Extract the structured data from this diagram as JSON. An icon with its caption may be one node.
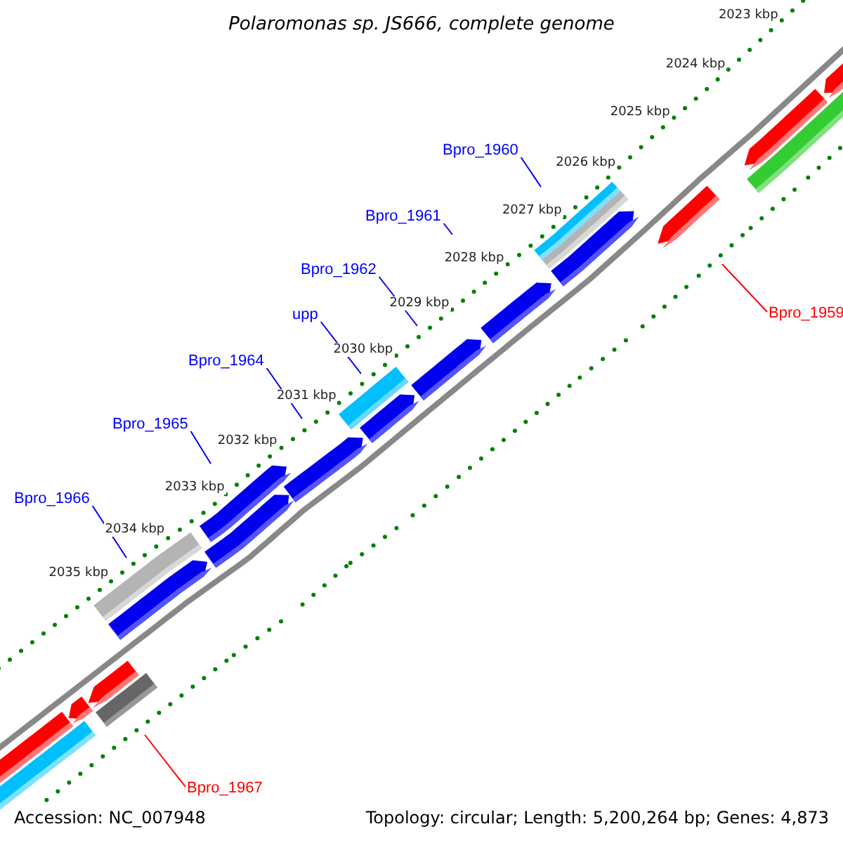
{
  "diagram": {
    "title": "Polaromonas sp. JS666, complete genome",
    "nodes": [
      {
        "text": [
          "Bpro_1960"
        ]
      },
      {
        "text": [
          "Bpro_1961"
        ]
      },
      {
        "text": [
          "Bpro_1962"
        ]
      },
      {
        "text": [
          "Bpro_1959"
        ]
      },
      {
        "text": [
          "upp"
        ]
      },
      {
        "text": [
          "Bpro_1964"
        ]
      },
      {
        "text": [
          "Bpro_1965"
        ]
      },
      {
        "text": [
          "Bpro_1966"
        ]
      },
      {
        "text": [
          "Bpro_1967"
        ]
      }
    ],
    "edges": [
      {
        "from": 0,
        "to": null,
        "arrow": "none"
      },
      {
        "from": 1,
        "to": null,
        "arrow": "none"
      },
      {
        "from": 2,
        "to": null,
        "arrow": "none"
      },
      {
        "from": 3,
        "to": null,
        "arrow": "none",
        "color": "#ff0000"
      },
      {
        "from": 4,
        "to": null,
        "arrow": "none"
      },
      {
        "from": 5,
        "to": null,
        "arrow": "none"
      },
      {
        "from": 6,
        "to": null,
        "arrow": "none"
      },
      {
        "from": 7,
        "to": null,
        "arrow": "none"
      },
      {
        "from": 8,
        "to": null,
        "arrow": "none",
        "color": "#ff0000"
      }
    ],
    "labels": [
      "2023 kbp",
      "2024 kbp",
      "2025 kbp",
      "2026 kbp",
      "2027 kbp",
      "2028 kbp",
      "2029 kbp",
      "2030 kbp",
      "2031 kbp",
      "2032 kbp",
      "2033 kbp",
      "2034 kbp",
      "2035 kbp",
      "Accession: NC_007948",
      "Topology: circular; Length: 5,200,264 bp; Genes: 4,873"
    ]
  }
}
